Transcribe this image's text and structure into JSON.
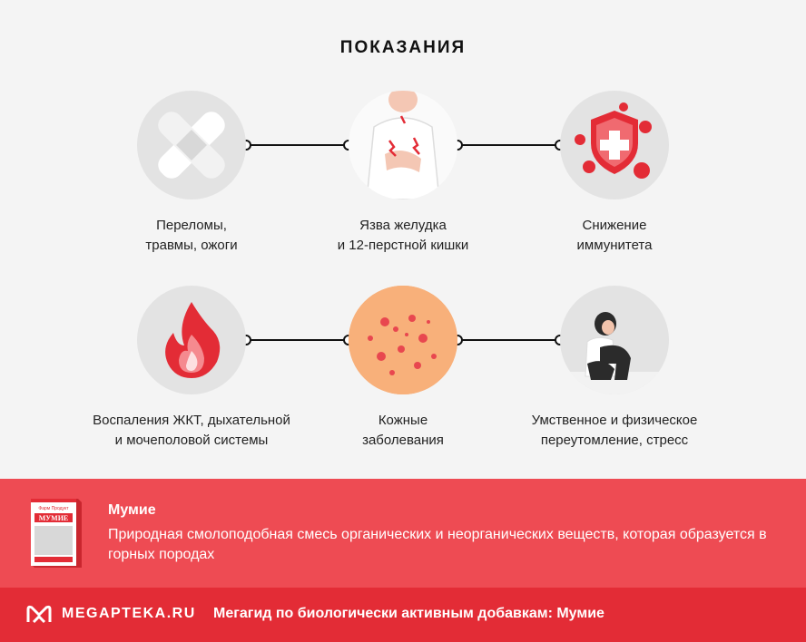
{
  "title": "ПОКАЗАНИЯ",
  "indications": [
    {
      "icon": "bandage-icon",
      "line1": "Переломы,",
      "line2": "травмы, ожоги"
    },
    {
      "icon": "stomach-pain-icon",
      "line1": "Язва желудка",
      "line2": "и 12-перстной кишки"
    },
    {
      "icon": "immunity-shield-icon",
      "line1": "Снижение",
      "line2": "иммунитета"
    },
    {
      "icon": "fire-icon",
      "line1": "Воспаления ЖКТ, дыхательной",
      "line2": "и мочеполовой системы"
    },
    {
      "icon": "skin-rash-icon",
      "line1": "Кожные",
      "line2": "заболевания"
    },
    {
      "icon": "stressed-person-icon",
      "line1": "Умственное и физическое",
      "line2": "переутомление, стресс"
    }
  ],
  "product": {
    "name": "Мумие",
    "description": "Природная смолоподобная смесь органических и неорганических веществ, которая образуется в горных породах",
    "box_brand": "Фарм Продукт",
    "box_title": "МУМИЕ"
  },
  "footer": {
    "logo": "MEGAPTEKA.RU",
    "text": "Мегагид по биологически активным добавкам: Мумие"
  },
  "colors": {
    "accent_red": "#ee4b53",
    "footer_red": "#e32c36",
    "circle_gray": "#e3e3e3",
    "background": "#f4f4f4"
  }
}
